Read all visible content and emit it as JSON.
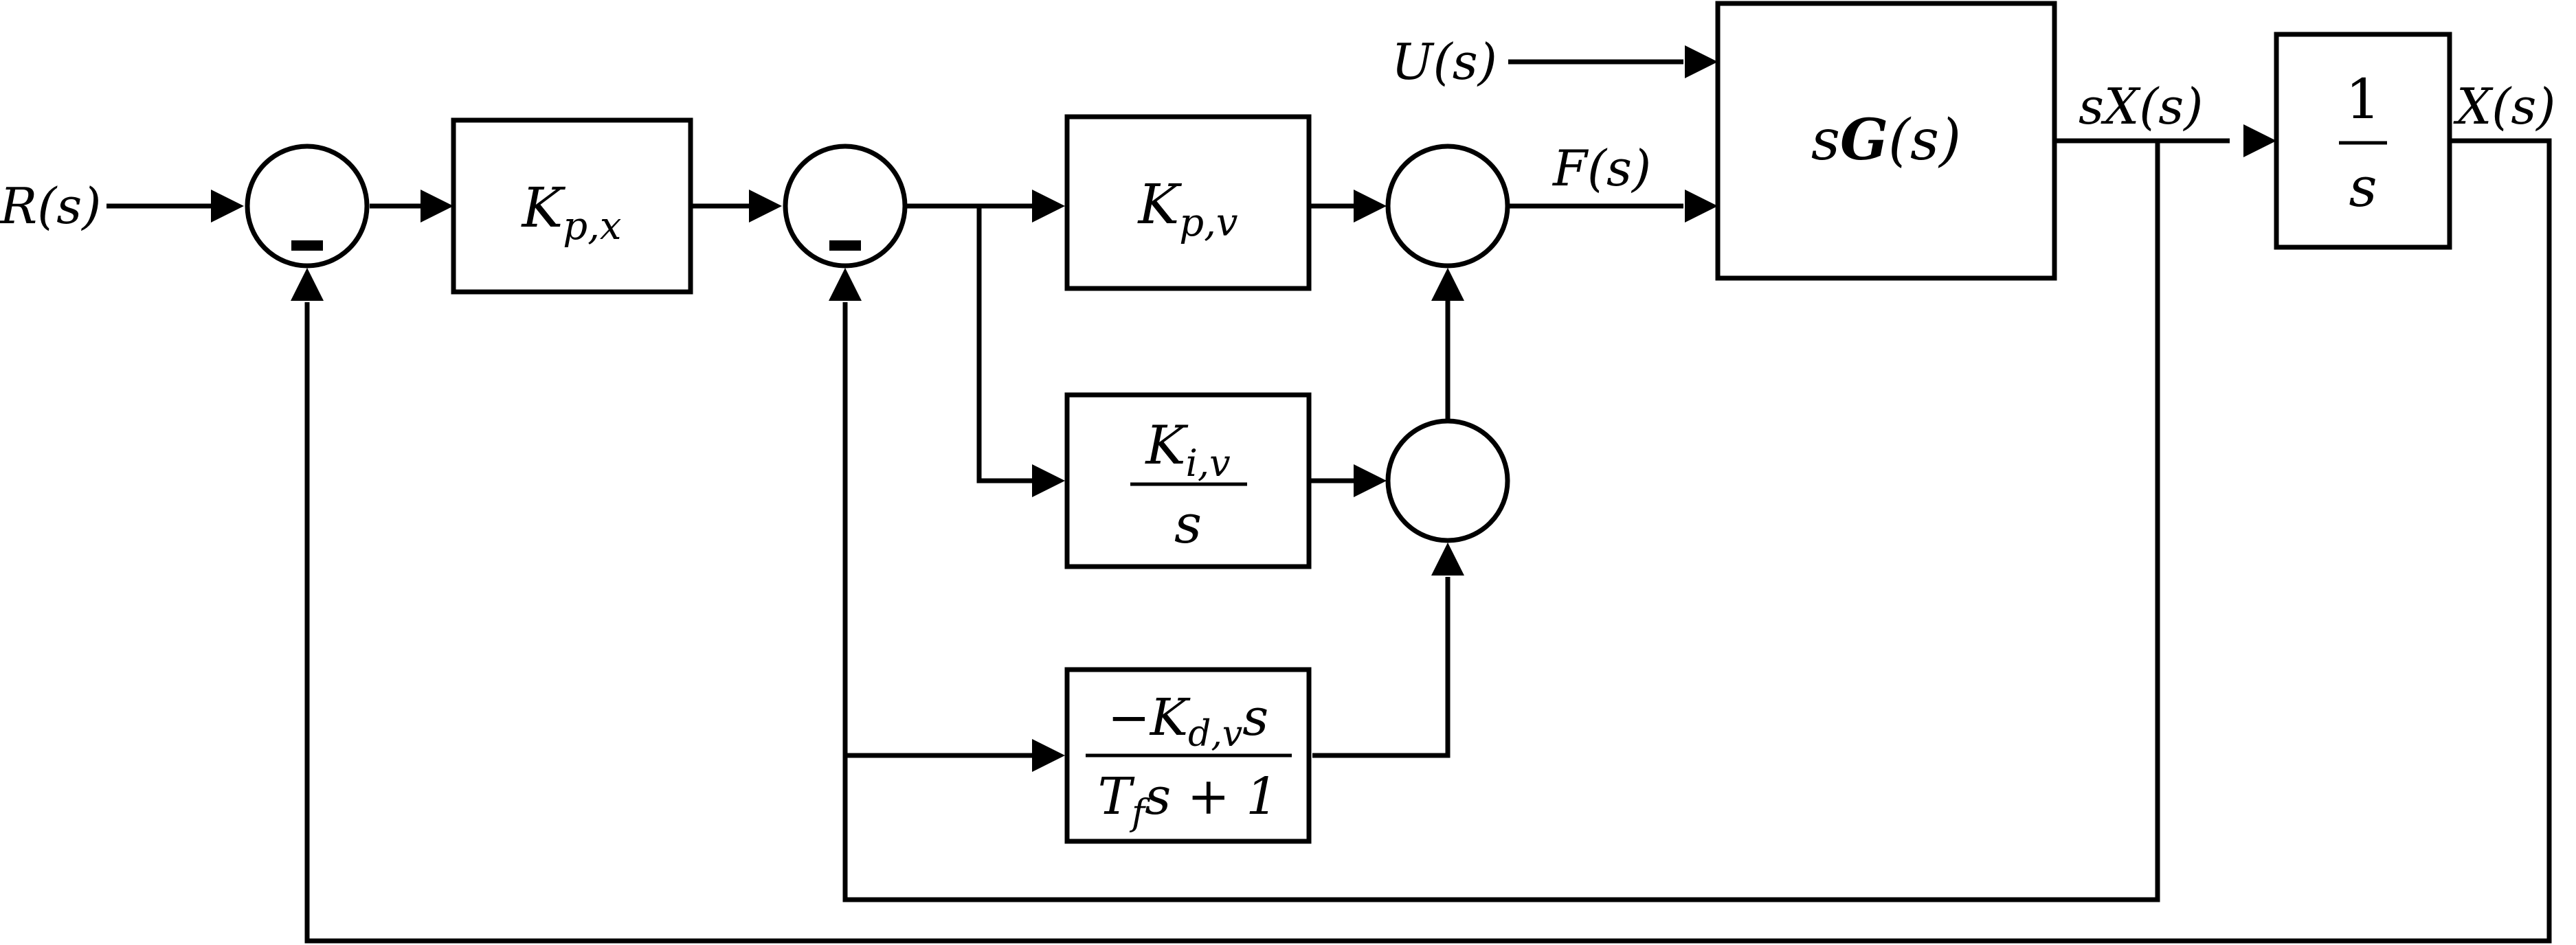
{
  "signals": {
    "r": "R(s)",
    "u": "U(s)",
    "f": "F(s)",
    "sx": "sX(s)",
    "x": "X(s)"
  },
  "blocks": {
    "kpx": {
      "base": "K",
      "sub": "p,x"
    },
    "kpv": {
      "base": "K",
      "sub": "p,v"
    },
    "kiv": {
      "num_base": "K",
      "num_sub": "i,v",
      "den": "s"
    },
    "kdv": {
      "num_sign": "−",
      "num_base": "K",
      "num_sub": "d,v",
      "num_tail": "s",
      "den_base": "T",
      "den_sub": "f",
      "den_tail": "s + 1"
    },
    "plant": {
      "pre": "s",
      "mid": "G",
      "post": "(s)"
    },
    "integrator": {
      "num": "1",
      "den": "s"
    }
  },
  "summing_junction_sign": "−"
}
